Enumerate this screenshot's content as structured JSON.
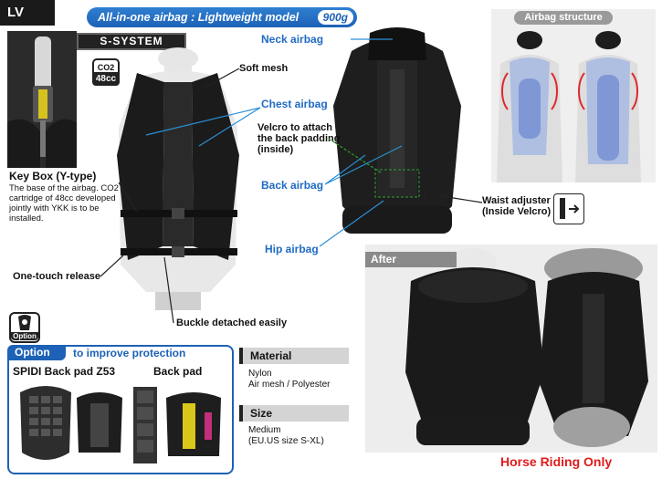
{
  "header": {
    "model": "LV",
    "banner": "All-in-one airbag : Lightweight model",
    "weight": "900g"
  },
  "s_system": {
    "logo": "S-SYSTEM",
    "co2_label": "CO2",
    "co2_cc": "48cc"
  },
  "key_box": {
    "title": "Key Box (Y-type)",
    "description": "The base of the airbag. CO2 cartridge of 48cc developed jointly with YKK is to be installed."
  },
  "callouts": {
    "soft_mesh": "Soft mesh",
    "chest_airbag": "Chest airbag",
    "neck_airbag": "Neck airbag",
    "velcro_line1": "Velcro to attach",
    "velcro_line2": "the back padding",
    "velcro_line3": "(inside)",
    "back_airbag": "Back airbag",
    "hip_airbag": "Hip airbag",
    "one_touch_release": "One-touch release",
    "buckle_detached": "Buckle detached easily",
    "waist_adjuster": "Waist adjuster",
    "waist_adjuster_sub": "(Inside Velcro)"
  },
  "after_label": "After",
  "structure_label": "Airbag structure",
  "option": {
    "icon_label": "Option",
    "tab": "Option",
    "subtitle": "to improve protection",
    "item1": "SPIDI Back pad Z53",
    "item2": "Back pad"
  },
  "specs": {
    "material_head": "Material",
    "material_line1": "Nylon",
    "material_line2": "Air mesh / Polyester",
    "size_head": "Size",
    "size_line1": "Medium",
    "size_line2": "(EU.US size S-XL)"
  },
  "footer_note": "Horse Riding Only",
  "colors": {
    "accent_blue": "#1d62b6",
    "callout_blue": "#1f6bc4",
    "warning_red": "#e01b1b",
    "vest_black": "#1b1b1b"
  }
}
